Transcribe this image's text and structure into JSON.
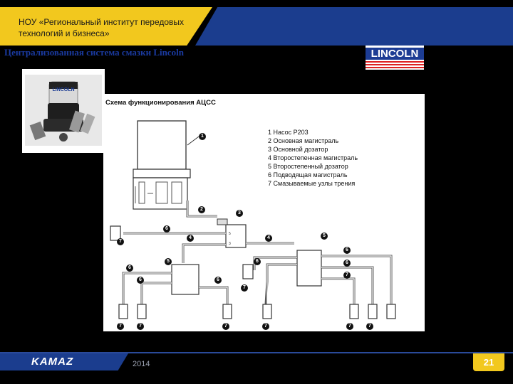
{
  "header": {
    "institute": "НОУ «Региональный институт передовых технологий и бизнеса»",
    "slide_title": "Централизованная система смазки Lincoln",
    "logo_text": "LINCOLN"
  },
  "diagram": {
    "title": "Схема функционирования АЦСС",
    "callouts": [
      "1",
      "2",
      "3",
      "4",
      "4",
      "5",
      "5",
      "6",
      "6",
      "6",
      "6",
      "6",
      "6",
      "6",
      "7",
      "7",
      "7",
      "7",
      "7",
      "7",
      "7",
      "7",
      "7"
    ],
    "legend": [
      "1  Насос P203",
      "2  Основная магистраль",
      "3  Основной дозатор",
      "4  Второстепенная магистраль",
      "5  Второстепенный дозатор",
      "6  Подводящая магистраль",
      "7  Смазываемые узлы трения"
    ]
  },
  "photo_label": "LINCOLN",
  "footer": {
    "brand": "KAMAZ",
    "year": "2014",
    "page_number": "21"
  },
  "colors": {
    "header_yellow": "#f2c81e",
    "header_blue": "#1b3d8e",
    "title_blue": "#1a3aa0",
    "background": "#000000"
  }
}
